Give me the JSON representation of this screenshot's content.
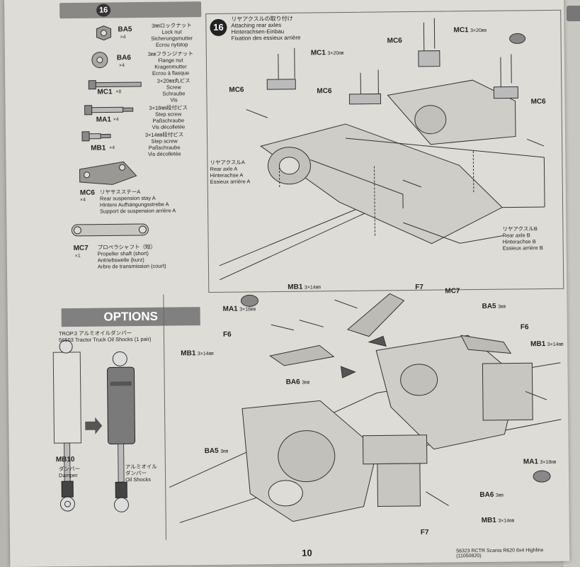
{
  "step": {
    "number": "16",
    "title": [
      "リヤアクスルの取り付け",
      "Attaching rear axles",
      "Hinterachsen-Einbau",
      "Fixation des essieux arrière"
    ]
  },
  "parts": [
    {
      "code": "BA5",
      "qty": "×4",
      "text": [
        "3㎜ロックナット",
        "Lock nut",
        "Sicherungsmutter",
        "Ecrou nylstop"
      ]
    },
    {
      "code": "BA6",
      "qty": "×4",
      "text": [
        "3㎜フランジナット",
        "Flange nut",
        "Kragenmutter",
        "Ecrou à flasque"
      ]
    },
    {
      "code": "MC1",
      "qty": "×8",
      "text": [
        "3×20㎜丸ビス",
        "Screw",
        "Schraube",
        "Vis"
      ]
    },
    {
      "code": "MA1",
      "qty": "×4",
      "text": [
        "3×18㎜段付ビス",
        "Step screw",
        "Paßschraube",
        "Vis décolletée"
      ]
    },
    {
      "code": "MB1",
      "qty": "×4",
      "text": [
        "3×14㎜段付ビス",
        "Step screw",
        "Paßschraube",
        "Vis décolletée"
      ]
    },
    {
      "code": "MC6",
      "qty": "×4",
      "text": [
        "リヤサスステーA",
        "Rear suspension stay A",
        "Hintere Aufhängungsstrebe A",
        "Support de suspension arrière A"
      ]
    },
    {
      "code": "MC7",
      "qty": "×1",
      "text": [
        "プロペラシャフト（短）",
        "Propeller shaft (short)",
        "Antriebswelle (kurz)",
        "Arbre de transmission (court)"
      ]
    }
  ],
  "options": {
    "header": "OPTIONS",
    "item_jp": "TROP.3 アルミオイルダンパー",
    "item_en": "56503 Tractor Truck Oil Shocks (1 pair)",
    "left_code": "MB10",
    "left_label": [
      "ダンパー",
      "Damper"
    ],
    "right_label": [
      "アルミオイル",
      "ダンパー",
      "Oil Shocks"
    ]
  },
  "upper_labels": {
    "mc1_a": "MC1",
    "mc1_a_size": "3×20㎜",
    "mc1_b": "MC1",
    "mc1_b_size": "3×20㎜",
    "mc6_a": "MC6",
    "mc6_b": "MC6",
    "mc6_c": "MC6",
    "mc6_d": "MC6",
    "axle_a": [
      "リヤアクスルA",
      "Rear axle A",
      "Hinterachse A",
      "Essieux arrière A"
    ],
    "axle_b": [
      "リヤアクスルB",
      "Rear axle B",
      "Hinterachse B",
      "Essieux arrière B"
    ]
  },
  "lower_labels": {
    "mb1_top": "MB1",
    "mb1_top_size": "3×14㎜",
    "ma1_left": "MA1",
    "ma1_left_size": "3×18㎜",
    "f7_top": "F7",
    "mc7": "MC7",
    "ba5_right": "BA5",
    "ba5_right_size": "3㎜",
    "f6_right": "F6",
    "f6_left": "F6",
    "mb1_left": "MB1",
    "mb1_left_size": "3×14㎜",
    "mb1_right": "MB1",
    "mb1_right_size": "3×14㎜",
    "ba6_left": "BA6",
    "ba6_left_size": "3㎜",
    "ba5_left": "BA5",
    "ba5_left_size": "3㎜",
    "ma1_right": "MA1",
    "ma1_right_size": "3×18㎜",
    "ba6_bottom": "BA6",
    "ba6_bottom_size": "3㎜",
    "mb1_bottom": "MB1",
    "mb1_bottom_size": "3×14㎜",
    "f7_bottom": "F7"
  },
  "page_number": "10",
  "footer": "56323 RCTR Scania R620 8x4 Highline (11050820)"
}
